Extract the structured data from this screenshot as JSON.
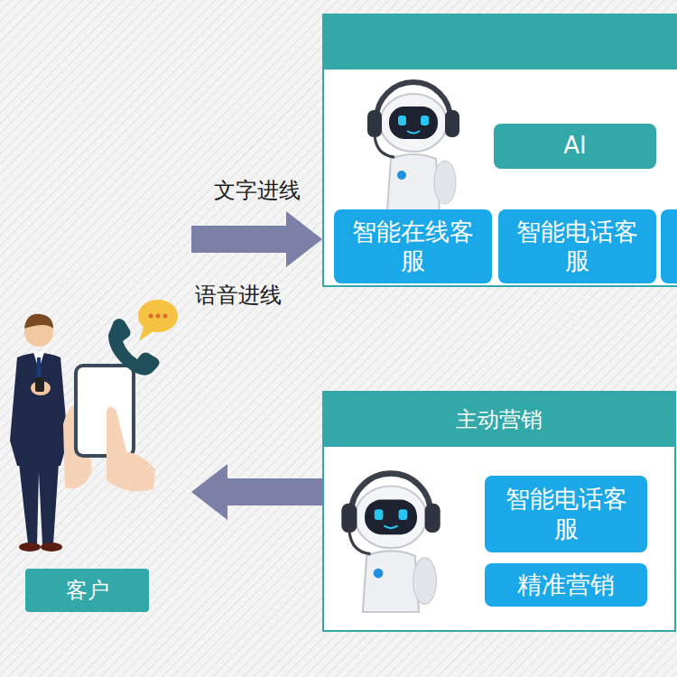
{
  "diagram": {
    "nodes": [
      {
        "text": []
      },
      {
        "text": [
          "AI"
        ],
        "in": 0
      },
      {
        "text": [
          "智能在线客服"
        ],
        "in": 0
      },
      {
        "text": [
          "智能电话客服"
        ],
        "in": 0
      },
      {
        "text": [
          "客户"
        ]
      },
      {
        "text": [
          "主动营销"
        ]
      },
      {
        "text": [
          "智能电话客服"
        ],
        "in": 5
      },
      {
        "text": [
          "精准营销"
        ],
        "in": 5
      }
    ],
    "edges": [
      {
        "from": 4,
        "to": 0,
        "arrow": "to",
        "label": "文字进线"
      },
      {
        "from": 5,
        "to": 4,
        "arrow": "to"
      }
    ],
    "labels": [
      "语音进线"
    ]
  }
}
